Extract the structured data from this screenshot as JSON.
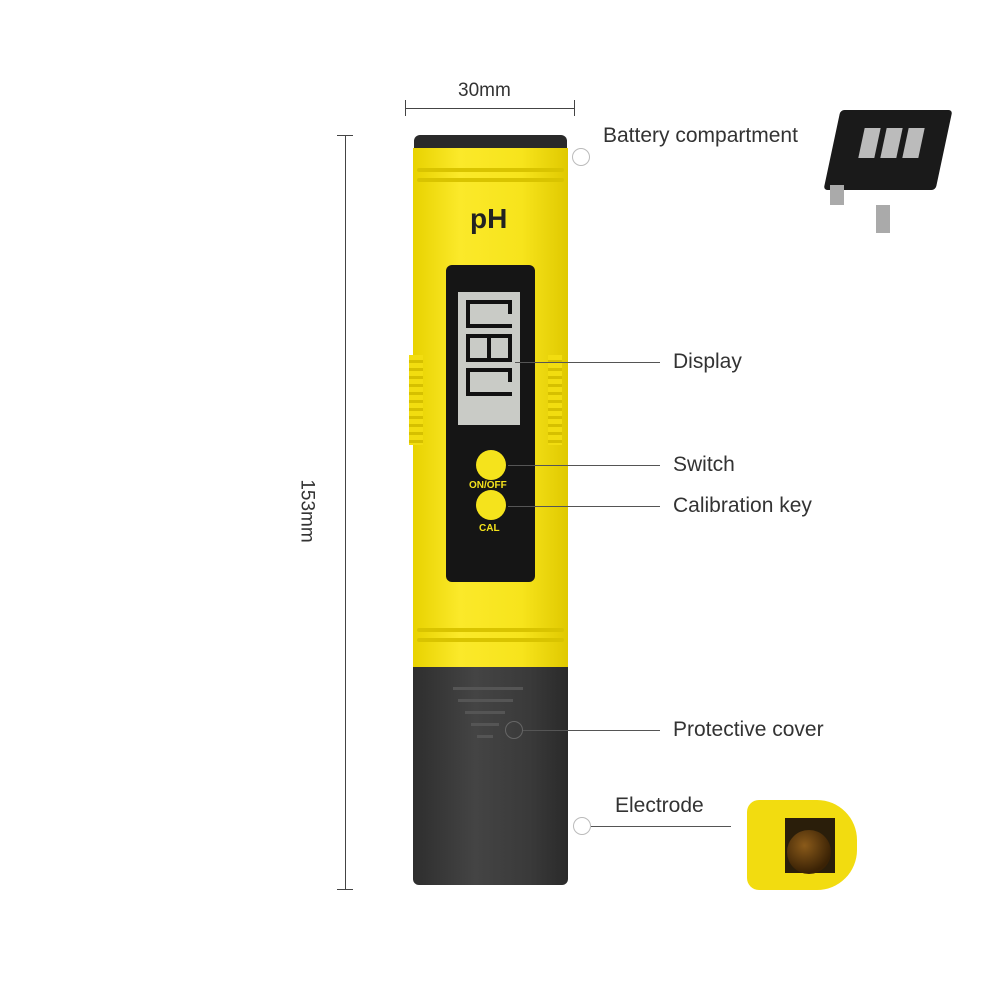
{
  "dimensions": {
    "width": "30mm",
    "height": "153mm"
  },
  "device": {
    "brand_label": "pH",
    "button_onoff": "ON/OFF",
    "button_cal": "CAL"
  },
  "callouts": {
    "battery": "Battery compartment",
    "display": "Display",
    "switch": "Switch",
    "calibration": "Calibration key",
    "cover": "Protective cover",
    "electrode": "Electrode"
  },
  "colors": {
    "body": "#f5e31c",
    "cover": "#3a3a3a",
    "panel": "#151515",
    "lcd": "#c9cbc6"
  }
}
